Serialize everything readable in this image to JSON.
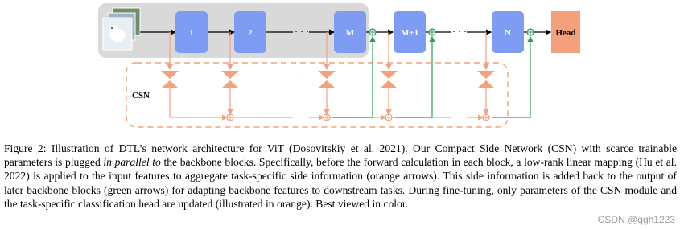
{
  "figure": {
    "blocks": [
      "1",
      "2",
      "M",
      "M+1",
      "N"
    ],
    "head": "Head",
    "csn_label": "CSN",
    "ellipsis": "· · ·",
    "colors": {
      "backbone_block": "#7f9cf5",
      "head": "#f4a07c",
      "csn": "#f4a07c",
      "green_arrow": "#2e9e5a",
      "frozen_region": "#d9d9d9"
    }
  },
  "caption": {
    "prefix": "Figure 2: Illustration of DTL’s network architecture for ViT (Dosovitskiy et al. 2021). Our Compact Side Network (CSN) with scarce trainable parameters is plugged ",
    "italic": "in parallel to",
    "suffix": " the backbone blocks. Specifically, before the forward calculation in each block, a low-rank linear mapping (Hu et al. 2022) is applied to the input features to aggregate task-specific side information (orange arrows). This side information is added back to the output of later backbone blocks (green arrows) for adapting backbone features to downstream tasks. During fine-tuning, only parameters of the CSN module and the task-specific classification head are updated (illustrated in orange). Best viewed in color."
  },
  "watermark": "CSDN @qgh1223"
}
